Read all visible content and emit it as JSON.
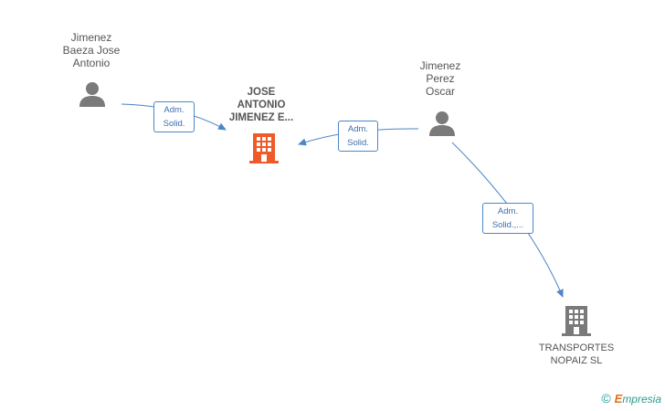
{
  "colors": {
    "edge": "#4a86c8",
    "person_icon": "#7a7a7a",
    "company_main": "#f05a28",
    "company_other": "#7a7a7a",
    "label_text": "#555555"
  },
  "nodes": {
    "person_1": {
      "name": "Jimenez\nBaeza Jose\nAntonio",
      "icon": "person-icon"
    },
    "person_2": {
      "name": "Jimenez\nPerez\nOscar",
      "icon": "person-icon"
    },
    "company_main": {
      "name": "JOSE\nANTONIO\nJIMENEZ E...",
      "icon": "building-icon"
    },
    "company_2": {
      "name": "TRANSPORTES\nNOPAIZ  SL",
      "icon": "building-icon"
    }
  },
  "edges": {
    "e1": {
      "label": "Adm.\nSolid."
    },
    "e2": {
      "label": "Adm.\nSolid."
    },
    "e3": {
      "label": "Adm.\nSolid.,..."
    }
  },
  "watermark": {
    "symbol": "©",
    "brand_initial": "E",
    "brand_rest": "mpresia"
  }
}
